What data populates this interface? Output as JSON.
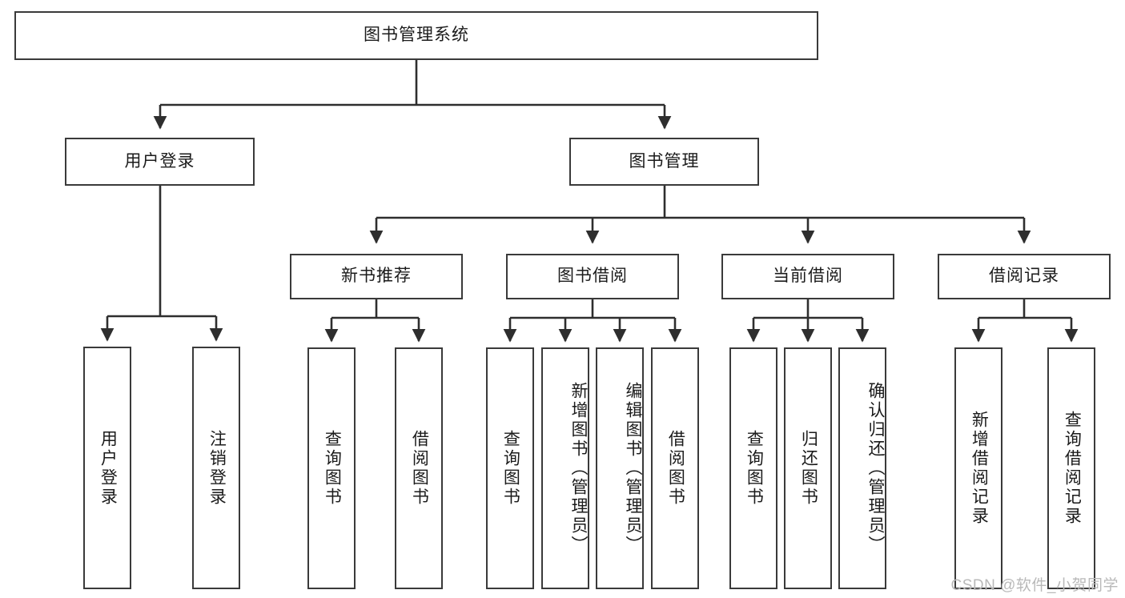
{
  "diagram": {
    "title": "图书管理系统",
    "type": "hierarchy-tree",
    "root": {
      "id": "root",
      "label": "图书管理系统"
    },
    "level2": [
      {
        "id": "user-login",
        "label": "用户登录"
      },
      {
        "id": "book-manage",
        "label": "图书管理"
      }
    ],
    "level3": [
      {
        "id": "new-book-recommend",
        "label": "新书推荐"
      },
      {
        "id": "book-borrow",
        "label": "图书借阅"
      },
      {
        "id": "current-borrow",
        "label": "当前借阅"
      },
      {
        "id": "borrow-record",
        "label": "借阅记录"
      }
    ],
    "leaves": [
      {
        "id": "leaf-user-login",
        "label": "用户登录",
        "parent": "user-login"
      },
      {
        "id": "leaf-logout-login",
        "label": "注销登录",
        "parent": "user-login"
      },
      {
        "id": "leaf-query-book-1",
        "label": "查询图书",
        "parent": "new-book-recommend"
      },
      {
        "id": "leaf-borrow-book-1",
        "label": "借阅图书",
        "parent": "new-book-recommend"
      },
      {
        "id": "leaf-query-book-2",
        "label": "查询图书",
        "parent": "book-borrow"
      },
      {
        "id": "leaf-add-book",
        "label": "新增图书（管理员）",
        "parent": "book-borrow"
      },
      {
        "id": "leaf-edit-book",
        "label": "编辑图书（管理员）",
        "parent": "book-borrow"
      },
      {
        "id": "leaf-borrow-book-2",
        "label": "借阅图书",
        "parent": "book-borrow"
      },
      {
        "id": "leaf-query-book-3",
        "label": "查询图书",
        "parent": "current-borrow"
      },
      {
        "id": "leaf-return-book",
        "label": "归还图书",
        "parent": "current-borrow"
      },
      {
        "id": "leaf-confirm-return",
        "label": "确认归还（管理员）",
        "parent": "current-borrow"
      },
      {
        "id": "leaf-add-record",
        "label": "新增借阅记录",
        "parent": "borrow-record"
      },
      {
        "id": "leaf-query-record",
        "label": "查询借阅记录",
        "parent": "borrow-record"
      }
    ],
    "colors": {
      "stroke": "#3a3a3a",
      "fill": "#ffffff",
      "text": "#1b1b1b",
      "watermark": "#b9b9b9"
    }
  },
  "watermark": {
    "text": "CSDN @软件_小贺同学"
  }
}
